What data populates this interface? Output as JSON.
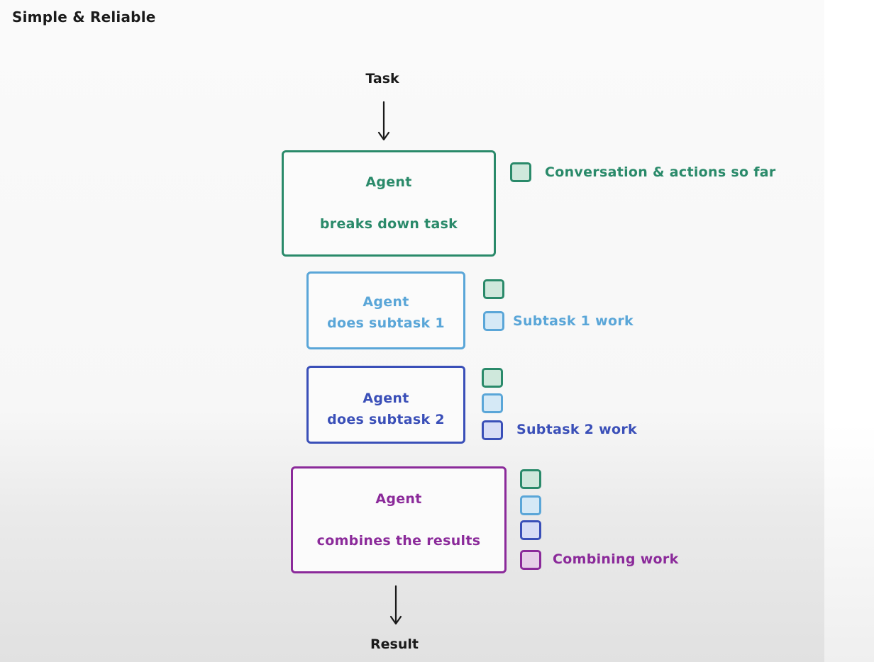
{
  "title": "Simple & Reliable",
  "task_label": "Task",
  "result_label": "Result",
  "colors": {
    "green": "#2a8a6a",
    "green_fill": "#cfe8dc",
    "light_blue": "#5aa6d8",
    "light_blue_fill": "#d5e9f6",
    "blue": "#3a4fb8",
    "blue_fill": "#d7dcf6",
    "purple": "#8b2a9a",
    "purple_fill": "#e6cfe8"
  },
  "steps": [
    {
      "agent_label": "Agent",
      "action": "breaks down task",
      "legend_label": "Conversation & actions so far"
    },
    {
      "agent_label": "Agent",
      "action": "does subtask 1",
      "legend_label": "Subtask 1 work"
    },
    {
      "agent_label": "Agent",
      "action": "does subtask 2",
      "legend_label": "Subtask 2 work"
    },
    {
      "agent_label": "Agent",
      "action": "combines the results",
      "legend_label": "Combining work"
    }
  ]
}
